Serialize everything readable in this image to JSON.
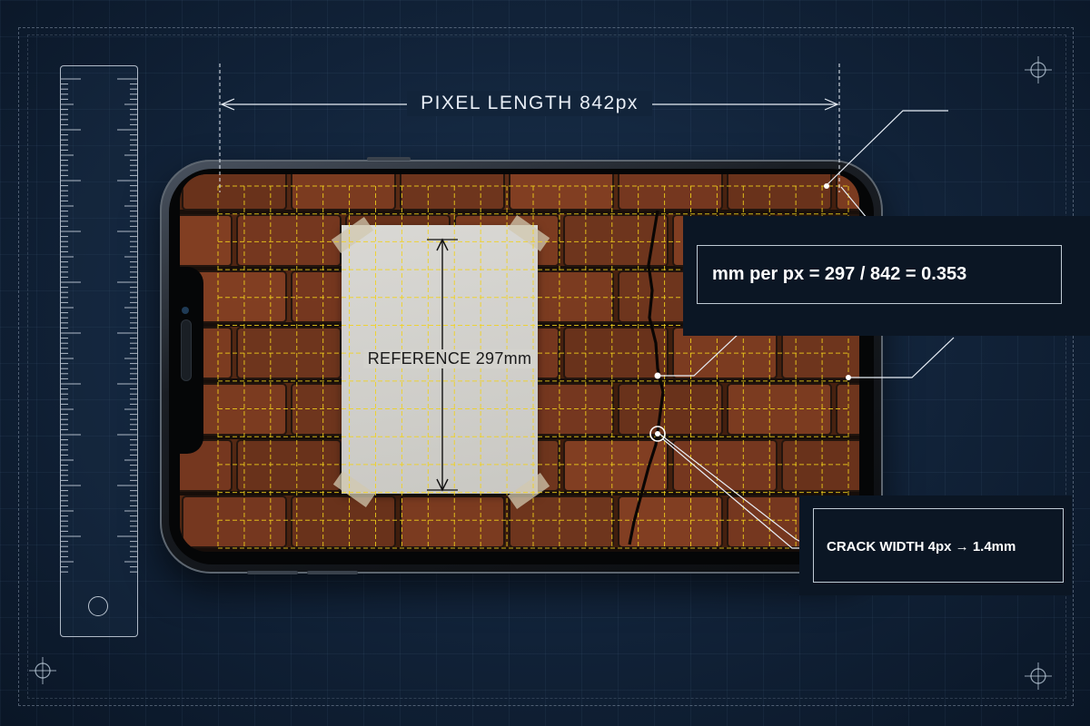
{
  "measurement": {
    "pixel_length_label": "PIXEL LENGTH 842px",
    "reference_label": "REFERENCE 297mm",
    "formula": "mm per px = 297 / 842 = 0.353",
    "crack_width": "CRACK WIDTH 4px → 1.4mm"
  },
  "colors": {
    "overlay_grid": "#f2d21b",
    "background": "#112238",
    "annotation": "#e8eef6"
  }
}
